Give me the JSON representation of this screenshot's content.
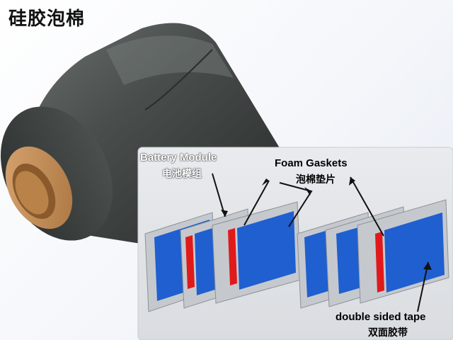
{
  "title": "硅胶泡棉",
  "labels": {
    "battery_module_en": "Battery Module",
    "battery_module_cn": "电池模组",
    "foam_gaskets_en": "Foam Gaskets",
    "foam_gaskets_cn": "泡棉垫片",
    "tape_en": "double sided tape",
    "tape_cn": "双面胶带"
  },
  "colors": {
    "roll": "#3d4240",
    "core": "#c8925c",
    "cell": "#1f5fd0",
    "gasket": "#e01a1a",
    "frame": "#b9bdc2",
    "panel": "#e2e4e8"
  }
}
